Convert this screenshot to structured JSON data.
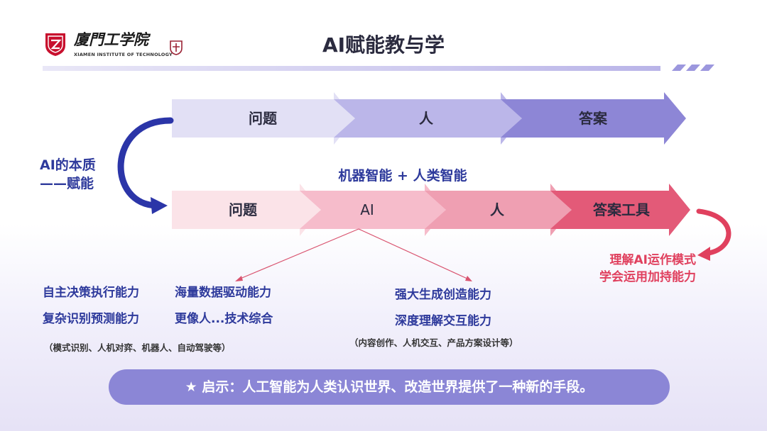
{
  "header": {
    "title": "AI赋能教与学",
    "logo": {
      "name_cn": "廈門工学院",
      "name_en": "XIAMEN INSTITUTE OF TECHNOLOGY"
    }
  },
  "diagram": {
    "top_row": [
      "问题",
      "人",
      "答案"
    ],
    "bottom_row": [
      "问题",
      "AI",
      "人",
      "答案工具"
    ],
    "middle_label": "机器智能 + 人类智能",
    "left_label": [
      "AI的本质",
      "——赋能"
    ],
    "right_label": [
      "理解AI运作模式",
      "学会运用加持能力"
    ],
    "left_capabilities": [
      [
        "自主决策执行能力",
        "海量数据驱动能力"
      ],
      [
        "复杂识别预测能力",
        "更像人...技术综合"
      ]
    ],
    "left_note": "（模式识别、人机对弈、机器人、自动驾驶等）",
    "right_capabilities": [
      "强大生成创造能力",
      "深度理解交互能力"
    ],
    "right_note": "（内容创作、人机交互、产品方案设计等）",
    "banner": "★ 启示：人工智能为人类认识世界、改造世界提供了一种新的手段。"
  },
  "colors": {
    "top_row": [
      "#e4e2f6",
      "#bab5e8",
      "#8d86d6"
    ],
    "bottom_row": [
      "#fbe3e8",
      "#f5b7c4",
      "#ef9aad",
      "#e35a78"
    ],
    "accent_blue": "#2e3a9c",
    "accent_red": "#e0405e",
    "banner_bg": "#8b86d6"
  }
}
